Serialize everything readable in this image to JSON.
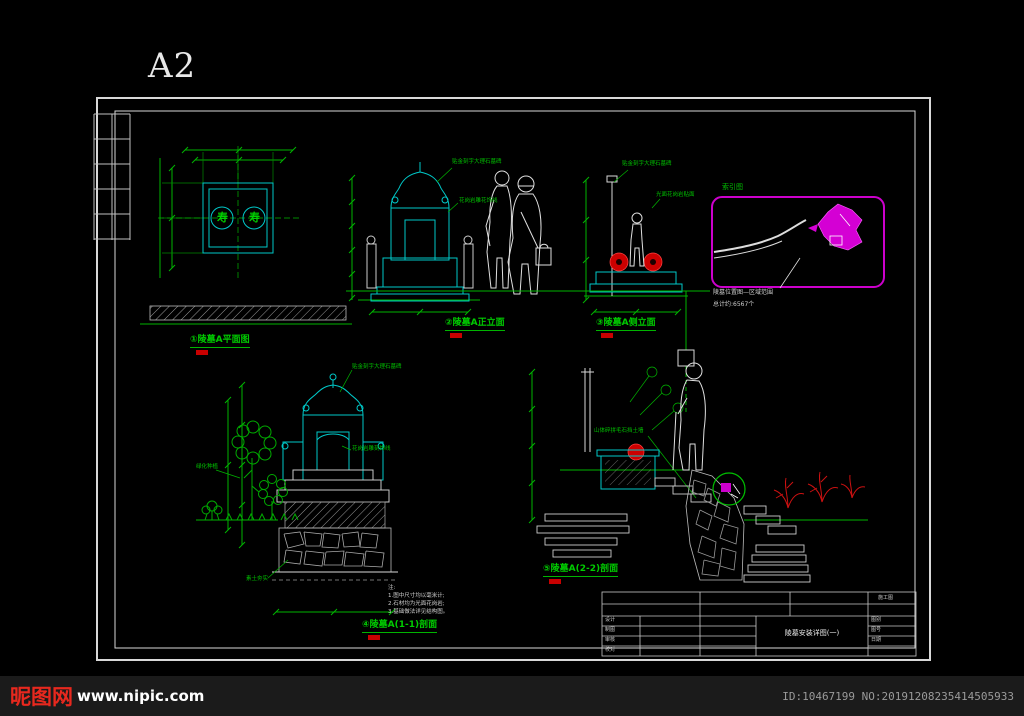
{
  "sheet": {
    "label": "A2"
  },
  "views": [
    {
      "label": "①陵墓A平面图"
    },
    {
      "label": "②陵墓A正立面"
    },
    {
      "label": "③陵墓A侧立面"
    },
    {
      "label": "④陵墓A(1-1)剖面"
    },
    {
      "label": "⑤陵墓A(2-2)剖面"
    }
  ],
  "plan": {
    "glyph_left": "寿",
    "glyph_right": "寿"
  },
  "index_map": {
    "title": "索引图",
    "caption": "陵墓位置图—区域范围",
    "note": "总计约:6567个"
  },
  "annotations": [
    "贴金刻字大理石墓碑",
    "花岗岩雕花饰线",
    "贴金刻字大理石墓碑",
    "光面花岗岩贴面",
    "贴金刻字大理石墓碑",
    "花岗岩雕刻饰线",
    "山体碎拼毛石挡土墙",
    "素土夯实",
    "绿化种植"
  ],
  "notes": [
    "注:",
    "1.图中尺寸均以毫米计;",
    "2.石材均为光面花岗岩;",
    "3.基础做法详见结构图。"
  ],
  "title_block": {
    "title": "陵墓安装详图(一)",
    "stage": "施工图",
    "fields_left": [
      "设计",
      "制图",
      "审核",
      "校对"
    ],
    "fields_right": [
      "图别",
      "图号",
      "日期"
    ]
  },
  "footer": {
    "brand": "昵图网",
    "url": "www.nipic.com",
    "id_text": "ID:10467199 NO:20191208235414505933"
  },
  "colors": {
    "background": "#000000",
    "dimension_green": "#00b400",
    "label_green": "#00cc00",
    "structure_teal": "#00c8c8",
    "accent_red": "#cc0000",
    "index_magenta": "#cc00cc",
    "footer_brand_red": "#e8281e"
  }
}
